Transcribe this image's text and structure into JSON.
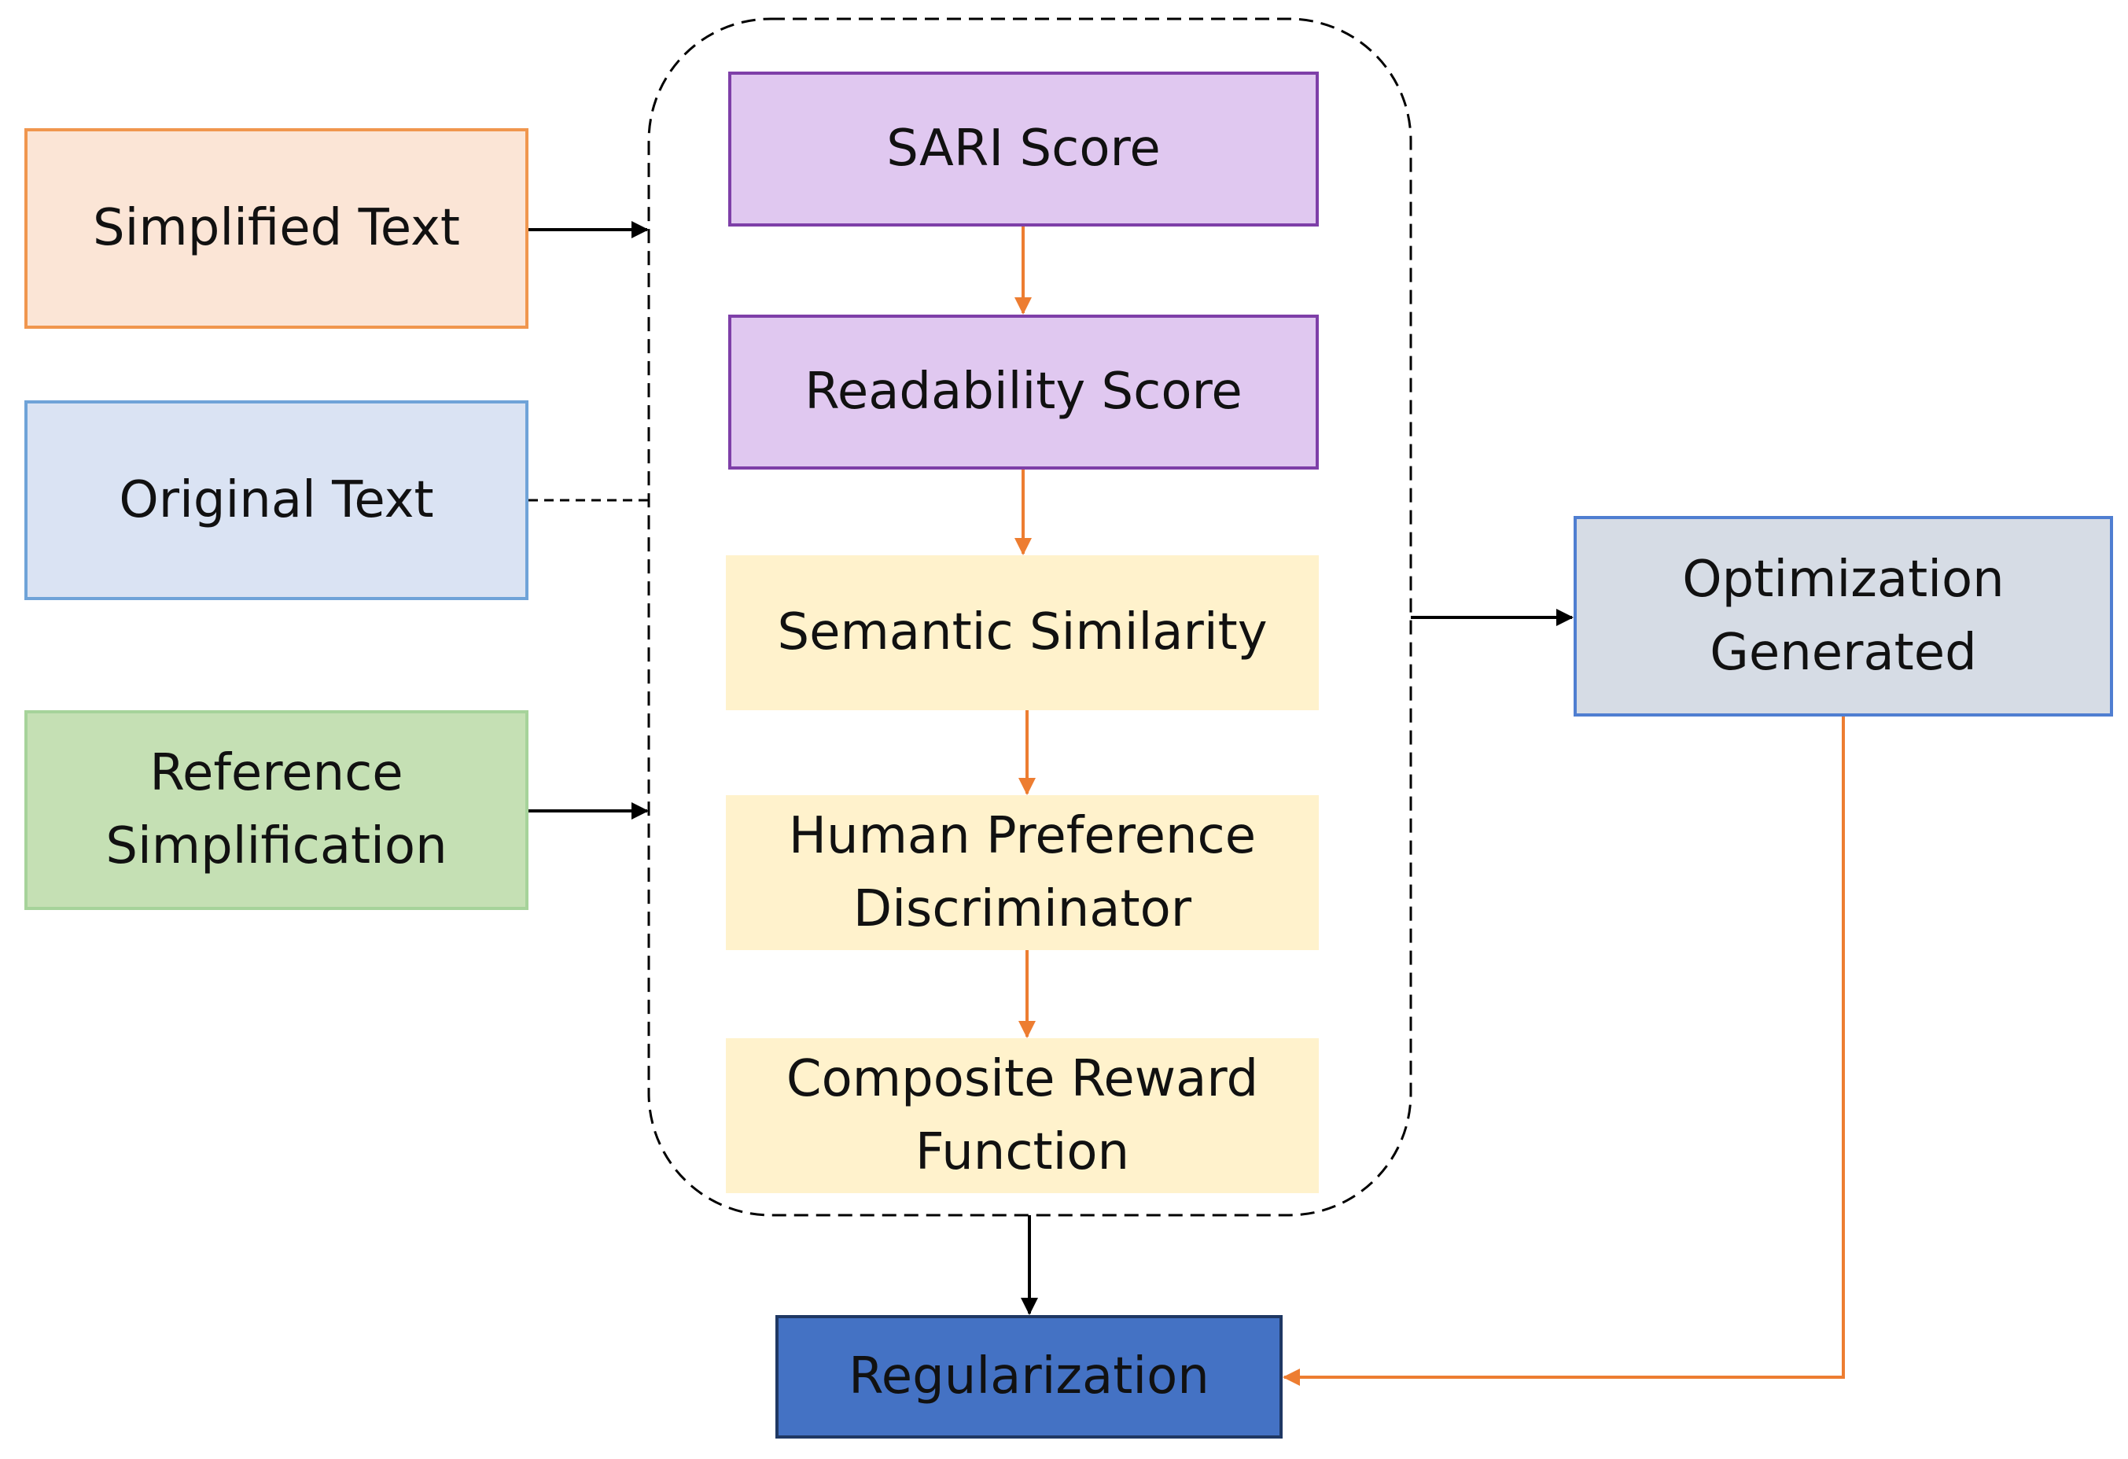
{
  "nodes": {
    "simplified_text": "Simplified Text",
    "original_text": "Original Text",
    "reference_simplification": "Reference\nSimplification",
    "sari_score": "SARI Score",
    "readability_score": "Readability Score",
    "semantic_similarity": "Semantic Similarity",
    "human_preference_discriminator": "Human Preference\nDiscriminator",
    "composite_reward_function": "Composite Reward\nFunction",
    "optimization_generated": "Optimization\nGenerated",
    "regularization": "Regularization"
  },
  "colors": {
    "arrow_black": "#000000",
    "arrow_orange": "#ed7d31",
    "input_orange_fill": "#fbe5d6",
    "input_blue_fill": "#dae3f3",
    "input_green_fill": "#c5e0b4",
    "score_purple_fill": "#e0c8f0",
    "reward_yellow_fill": "#fff2cc",
    "output_gray_fill": "#d6dce5",
    "regularization_blue_fill": "#4472c4"
  }
}
